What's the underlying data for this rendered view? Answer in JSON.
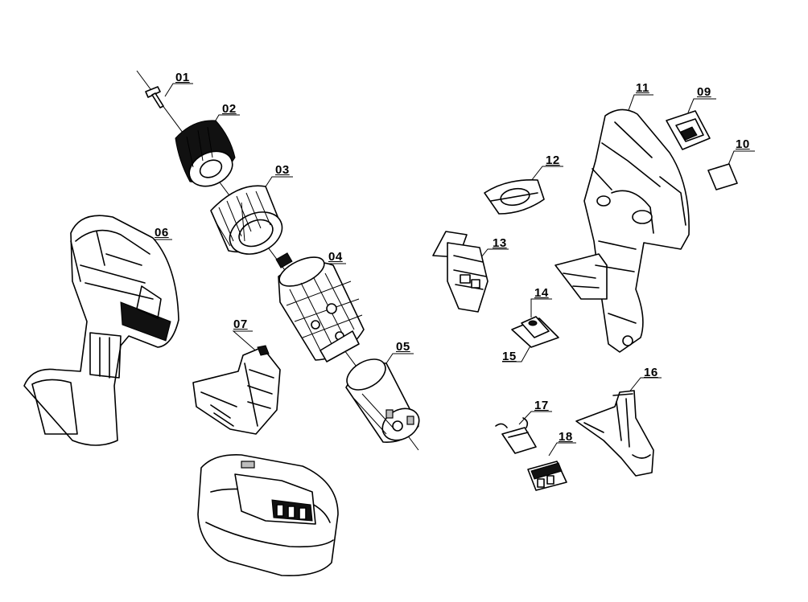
{
  "parts": [
    {
      "id": "01",
      "label": "01"
    },
    {
      "id": "02",
      "label": "02"
    },
    {
      "id": "03",
      "label": "03"
    },
    {
      "id": "04",
      "label": "04"
    },
    {
      "id": "05",
      "label": "05"
    },
    {
      "id": "06",
      "label": "06"
    },
    {
      "id": "07",
      "label": "07"
    },
    {
      "id": "09",
      "label": "09"
    },
    {
      "id": "10",
      "label": "10"
    },
    {
      "id": "11",
      "label": "11"
    },
    {
      "id": "12",
      "label": "12"
    },
    {
      "id": "13",
      "label": "13"
    },
    {
      "id": "14",
      "label": "14"
    },
    {
      "id": "15",
      "label": "15"
    },
    {
      "id": "16",
      "label": "16"
    },
    {
      "id": "17",
      "label": "17"
    },
    {
      "id": "18",
      "label": "18"
    }
  ]
}
